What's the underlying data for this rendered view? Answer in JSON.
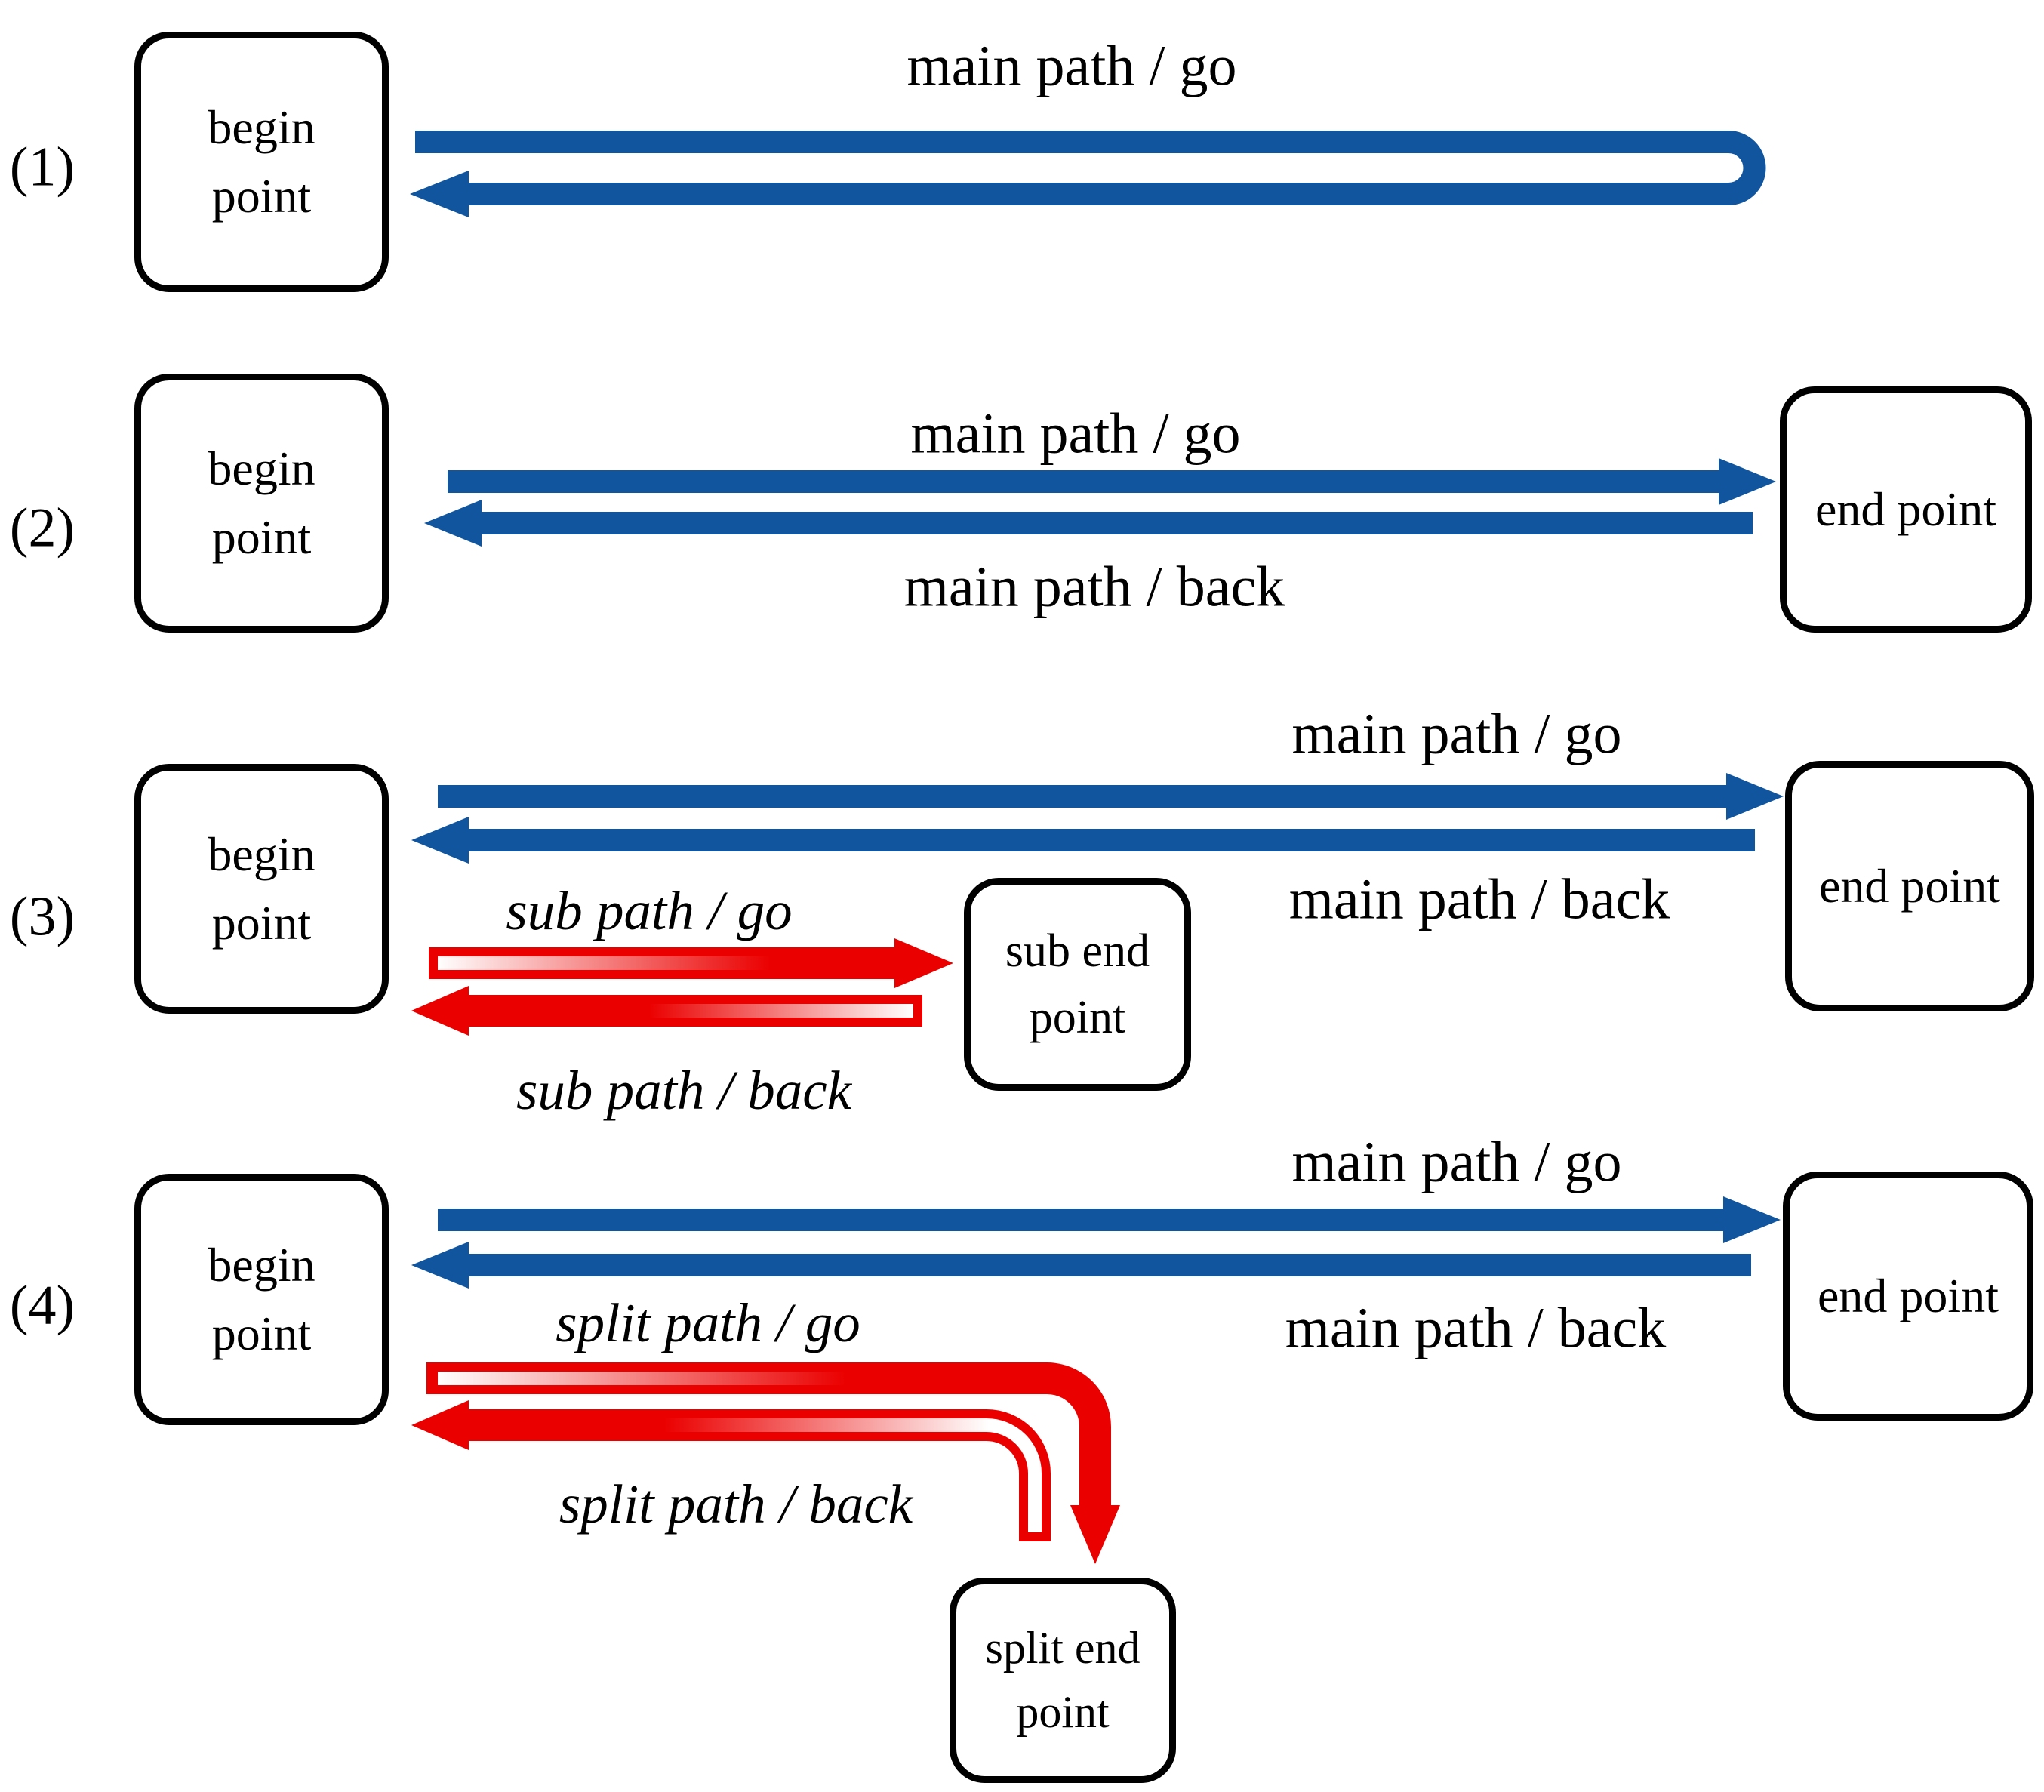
{
  "colors": {
    "main_path_blue": "#10559E",
    "sub_path_red": "#EB0000",
    "node_outline": "#000000",
    "background": "#FFFFFF"
  },
  "rows": [
    {
      "num": "(1)",
      "begin": "begin point",
      "labels": {
        "go": "main path / go"
      }
    },
    {
      "num": "(2)",
      "begin": "begin point",
      "end": "end point",
      "labels": {
        "go": "main path / go",
        "back": "main path / back"
      }
    },
    {
      "num": "(3)",
      "begin": "begin point",
      "end": "end point",
      "sub_end": "sub end point",
      "labels": {
        "go": "main path / go",
        "back": "main path / back",
        "sub_go": "sub path / go",
        "sub_back": "sub path / back"
      }
    },
    {
      "num": "(4)",
      "begin": "begin point",
      "end": "end point",
      "split_end": "split end point",
      "labels": {
        "go": "main path / go",
        "back": "main path / back",
        "split_go": "split path / go",
        "split_back": "split path / back"
      }
    }
  ]
}
